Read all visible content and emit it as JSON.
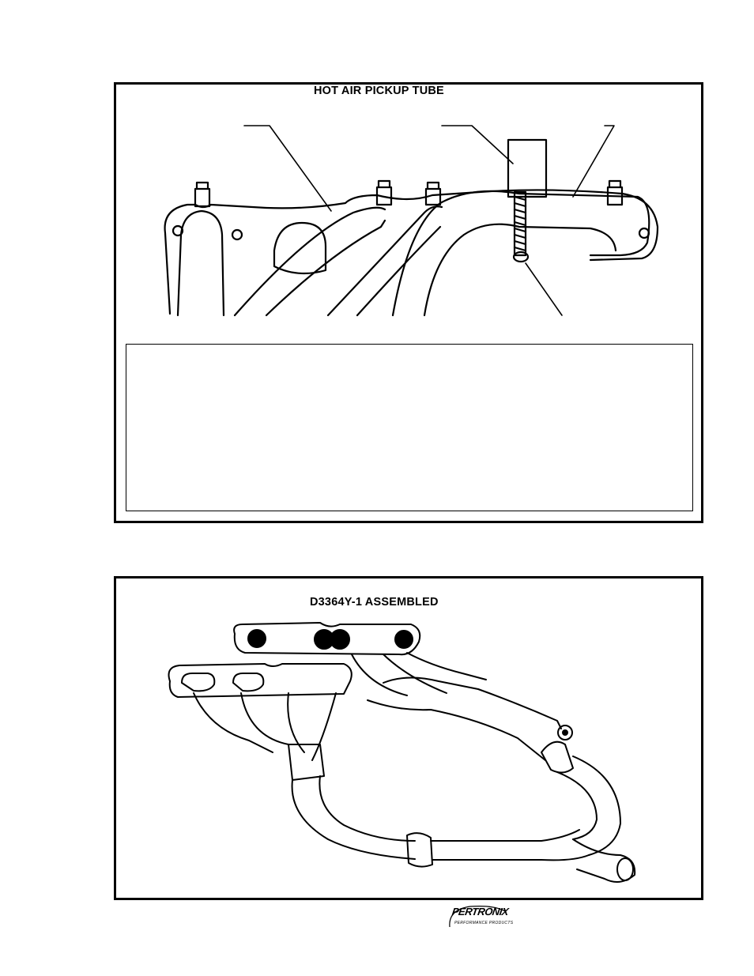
{
  "top_panel": {
    "title": "HOT AIR PICKUP TUBE",
    "note_text": ""
  },
  "bottom_panel": {
    "title": "D3364Y-1 ASSEMBLED"
  },
  "logo": {
    "brand": "PERTRONIX",
    "tagline": "PERFORMANCE PRODUCTS"
  },
  "illustrations": {
    "top": "exhaust-manifold-hot-air-tube-drawing",
    "bottom": "header-y-pipe-assembly-drawing"
  },
  "colors": {
    "line": "#000000",
    "background": "#ffffff"
  }
}
